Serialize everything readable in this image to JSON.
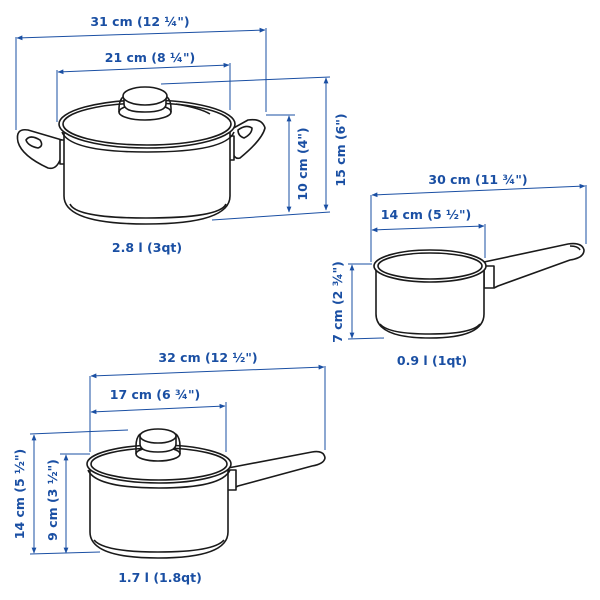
{
  "colors": {
    "dimension": "#1a4fa3",
    "outline": "#1a1a1a",
    "background": "#ffffff"
  },
  "items": [
    {
      "name": "pot-with-lid",
      "capacity_label": "2.8 l (3qt)",
      "dimensions": {
        "total_width": "31 cm (12 ¼\")",
        "body_width": "21 cm (8 ¼\")",
        "body_height": "10 cm (4\")",
        "total_height": "15 cm (6\")"
      }
    },
    {
      "name": "saucepan-small",
      "capacity_label": "0.9 l (1qt)",
      "dimensions": {
        "total_width": "30 cm (11 ¾\")",
        "body_width": "14 cm (5 ½\")",
        "body_height": "7 cm (2 ¾\")"
      }
    },
    {
      "name": "saucepan-with-lid",
      "capacity_label": "1.7 l (1.8qt)",
      "dimensions": {
        "total_width": "32 cm (12 ½\")",
        "body_width": "17 cm (6 ¾\")",
        "body_height": "9 cm (3 ½\")",
        "total_height": "14 cm (5 ½\")"
      }
    }
  ]
}
